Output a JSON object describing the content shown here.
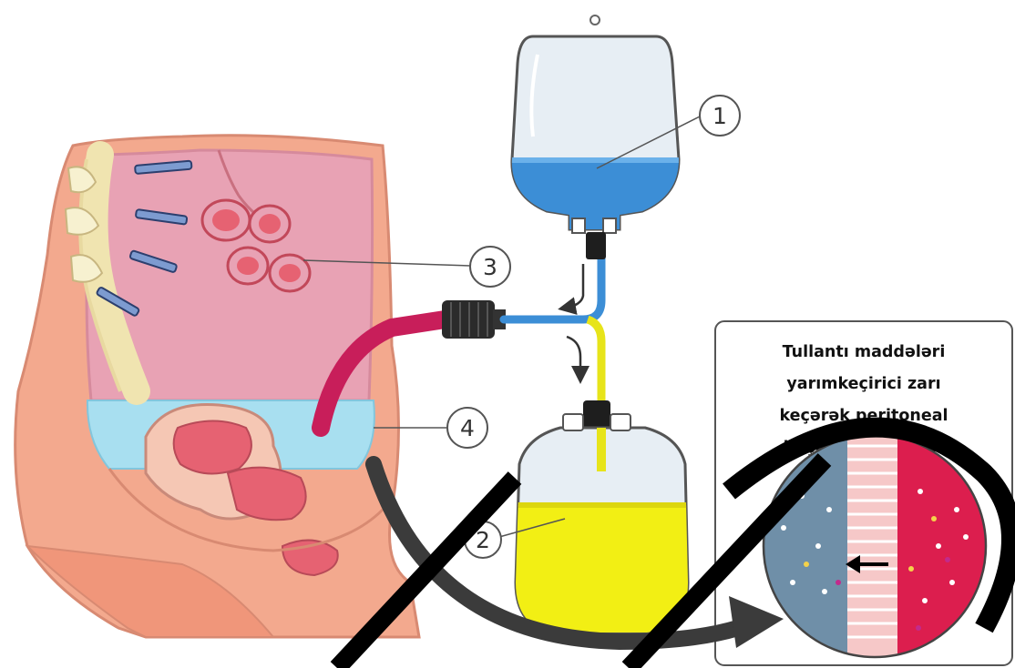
{
  "callouts": [
    {
      "id": "1",
      "label": "1"
    },
    {
      "id": "2",
      "label": "2"
    },
    {
      "id": "3",
      "label": "3"
    },
    {
      "id": "4",
      "label": "4"
    }
  ],
  "caption": {
    "lines": [
      "Tullantı maddələri",
      "yarımkeçirici zarı",
      "keçərək peritoneal",
      "boşluğa daxil olur"
    ]
  },
  "colors": {
    "dialysate_fresh": "#3c8ed6",
    "dialysate_waste": "#f2ef14",
    "peritoneal_fluid": "#a8dff0",
    "catheter": "#c81e5a",
    "tissue_pink": "#e8a2b4",
    "skin": "#f3a98e",
    "watermark": "#000000"
  }
}
